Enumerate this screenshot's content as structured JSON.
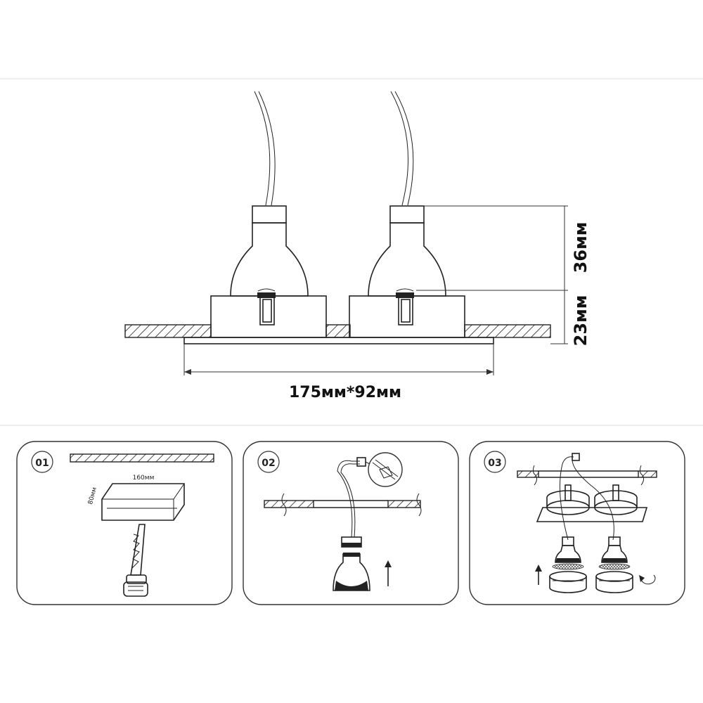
{
  "main_diagram": {
    "dim_top_height": "36мм",
    "dim_bottom_height": "23мм",
    "dim_size": "175мм*92мм"
  },
  "steps": [
    {
      "number": "01",
      "width_label": "160мм",
      "height_label": "80мм"
    },
    {
      "number": "02"
    },
    {
      "number": "03"
    }
  ]
}
